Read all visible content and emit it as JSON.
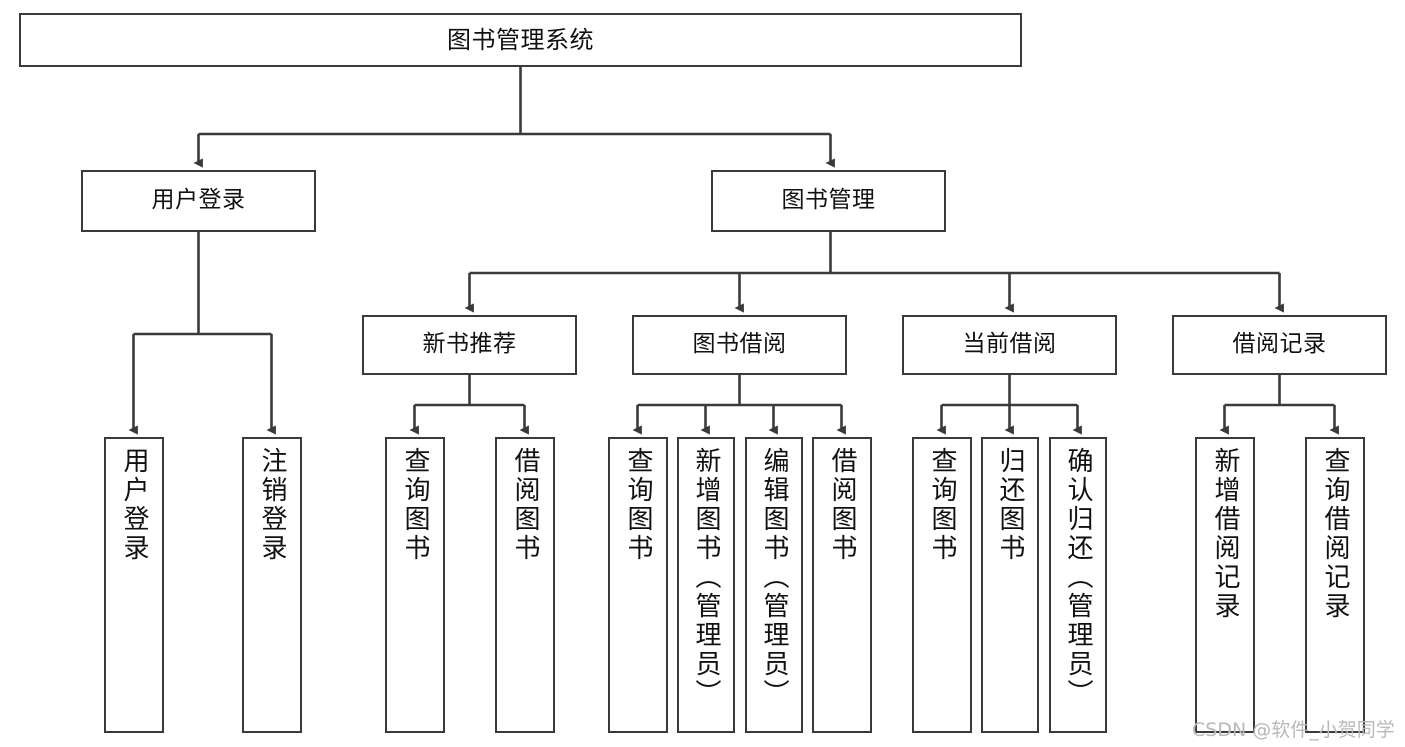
{
  "diagram": {
    "title": "图书管理系统",
    "type": "tree-hierarchy-chart",
    "stroke_color": "#3a3a3a",
    "background_color": "#ffffff",
    "text_color": "#111111"
  },
  "nodes": {
    "root": {
      "label": "图书管理系统"
    },
    "level2": [
      {
        "id": "user-login",
        "label": "用户登录"
      },
      {
        "id": "book-management",
        "label": "图书管理"
      }
    ],
    "level3": [
      {
        "id": "new-book-recommend",
        "label": "新书推荐"
      },
      {
        "id": "book-borrow",
        "label": "图书借阅"
      },
      {
        "id": "current-borrow",
        "label": "当前借阅"
      },
      {
        "id": "borrow-record",
        "label": "借阅记录"
      }
    ],
    "leaves": {
      "user-login": [
        {
          "id": "leaf-user-login",
          "label": "用户登录"
        },
        {
          "id": "leaf-logout",
          "label": "注销登录"
        }
      ],
      "new-book-recommend": [
        {
          "id": "leaf-query-book-1",
          "label": "查询图书"
        },
        {
          "id": "leaf-borrow-book-1",
          "label": "借阅图书"
        }
      ],
      "book-borrow": [
        {
          "id": "leaf-query-book-2",
          "label": "查询图书"
        },
        {
          "id": "leaf-add-book",
          "label": "新增图书（管理员）"
        },
        {
          "id": "leaf-edit-book",
          "label": "编辑图书（管理员）"
        },
        {
          "id": "leaf-borrow-book-2",
          "label": "借阅图书"
        }
      ],
      "current-borrow": [
        {
          "id": "leaf-query-book-3",
          "label": "查询图书"
        },
        {
          "id": "leaf-return-book",
          "label": "归还图书"
        },
        {
          "id": "leaf-confirm-return",
          "label": "确认归还（管理员）"
        }
      ],
      "borrow-record": [
        {
          "id": "leaf-add-record",
          "label": "新增借阅记录"
        },
        {
          "id": "leaf-query-record",
          "label": "查询借阅记录"
        }
      ]
    }
  },
  "watermark": {
    "text": "CSDN @软件_小贺同学",
    "color": "#b9b9b9"
  }
}
